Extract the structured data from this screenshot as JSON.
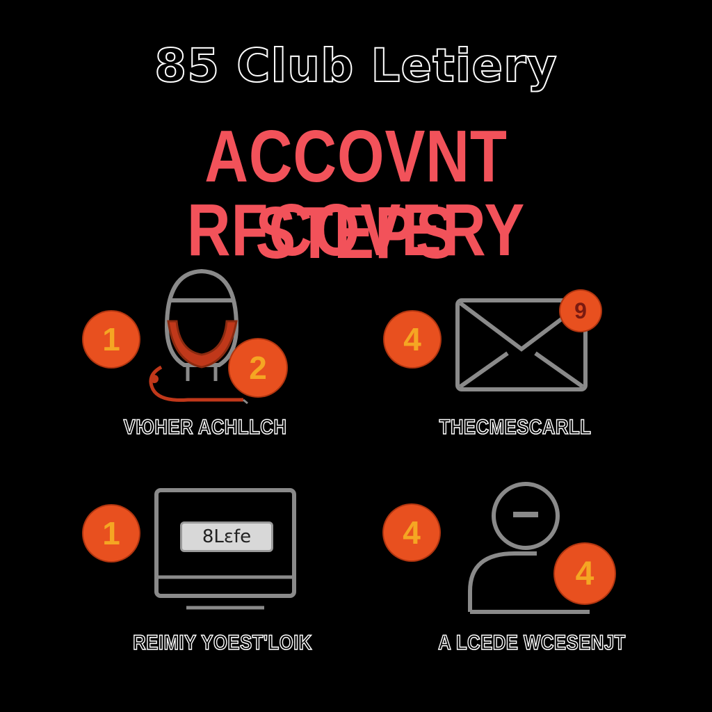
{
  "colors": {
    "background": "#000000",
    "headline": "#f2525a",
    "badge_fill": "#e8501f",
    "badge_digit": "#f5a623",
    "icon_stroke": "#8a8a8a"
  },
  "header": {
    "brand": "85 Club Letiery",
    "headline_line1": "ACCOVNT RFCOVERY",
    "headline_line2": "STEPS"
  },
  "steps": [
    {
      "icon": "user-headset-icon",
      "badges": [
        "1",
        "2"
      ],
      "label": "VЮHER ACHLLCH"
    },
    {
      "icon": "envelope-icon",
      "badges": [
        "4",
        "9"
      ],
      "label": "THECMESCARLL"
    },
    {
      "icon": "monitor-icon",
      "badges": [
        "1"
      ],
      "screen_text": "8Lɛfe",
      "label": "REIMIY YOEST'LOIK"
    },
    {
      "icon": "user-minus-icon",
      "badges": [
        "4",
        "4"
      ],
      "label": "A LCEDE WCESENJT"
    }
  ]
}
